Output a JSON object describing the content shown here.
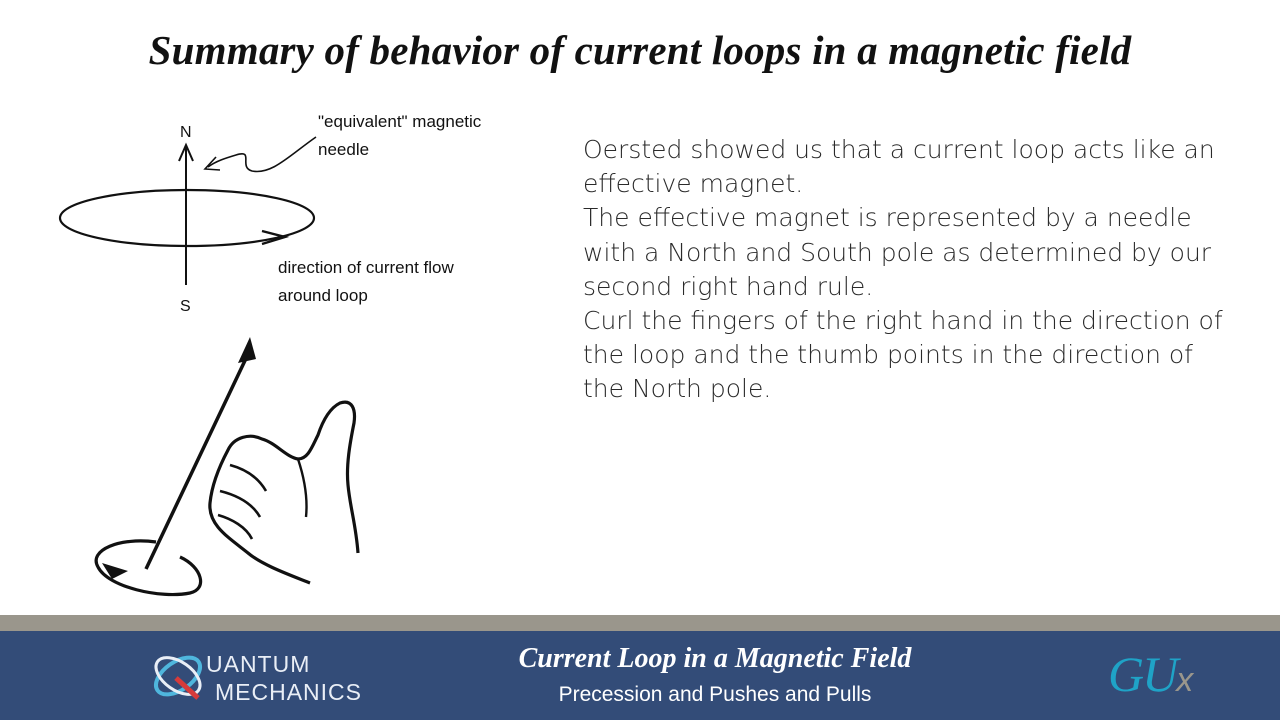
{
  "slide": {
    "title": "Summary of behavior of current loops in a magnetic field"
  },
  "diagram": {
    "north_label": "N",
    "south_label": "S",
    "needle_label_line1": "\"equivalent\" magnetic",
    "needle_label_line2": "needle",
    "current_label_line1": "direction of current flow",
    "current_label_line2": "around loop"
  },
  "body": {
    "paragraphs": [
      "Oersted showed us that a current loop acts like an effective magnet.",
      "The effective magnet is represented by a needle with a North and South pole as determined by our second right hand rule.",
      "Curl the fingers of the right hand in the direction of the loop and the thumb points in the direction of the North pole."
    ]
  },
  "footer": {
    "logo_line1": "UANTUM",
    "logo_line2": "MECHANICS",
    "lecture_title": "Current Loop in a Magnetic Field",
    "lecture_subtitle": "Precession and Pushes and Pulls",
    "brand_main": "GU",
    "brand_x": "x",
    "colors": {
      "bar": "#334c78",
      "stripe": "#9a968c",
      "brand": "#1fa3c7"
    }
  }
}
